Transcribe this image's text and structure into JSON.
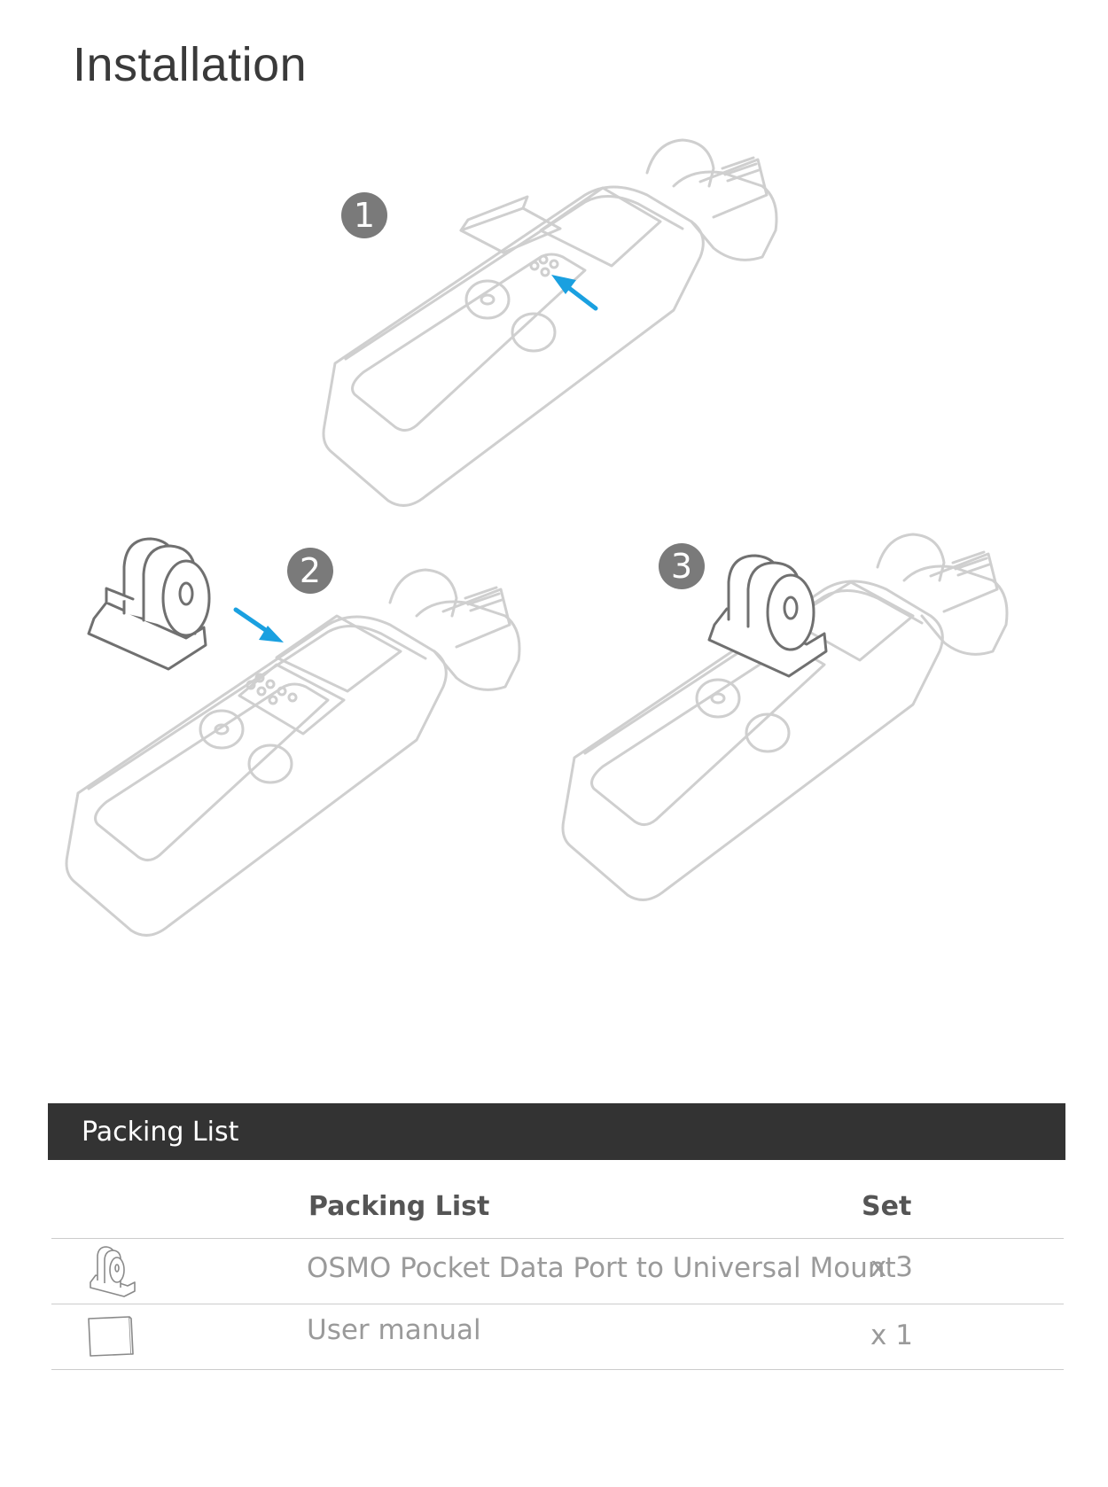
{
  "page_title": "Installation",
  "steps": [
    {
      "number": "1"
    },
    {
      "number": "2"
    },
    {
      "number": "3"
    }
  ],
  "packing": {
    "header": "Packing List",
    "columns": {
      "item": "Packing List",
      "set": "Set"
    },
    "rows": [
      {
        "icon": "mount-icon",
        "name": "OSMO Pocket Data Port to Universal Mount",
        "qty": "x 3"
      },
      {
        "icon": "manual-icon",
        "name": "User manual",
        "qty": "x 1"
      }
    ]
  },
  "colors": {
    "arrow": "#1aa0e0",
    "badge": "#7a7a7a",
    "header_bg": "#333333"
  }
}
